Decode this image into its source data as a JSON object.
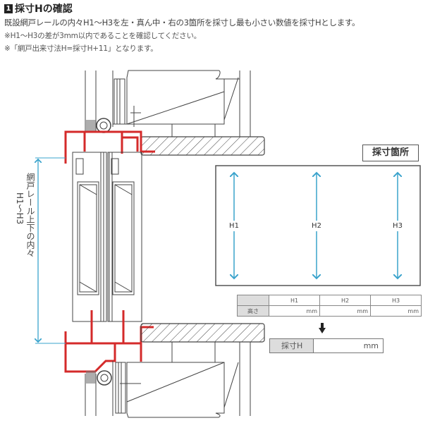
{
  "header": {
    "badge": "1",
    "title": "採寸Hの確認",
    "description": "既設網戸レールの内々H1～H3を左・真ん中・右の3箇所を採寸し最も小さい数値を採寸Hとします。",
    "notes": [
      "※H1～H3の差が3mm以内であることを確認してください。",
      "※「網戸出来寸法H=採寸H+11」となります。"
    ]
  },
  "diagram": {
    "vertical_label_line1": "網戸レール上下の内々",
    "vertical_label_line2": "H1～H3",
    "location_box_label": "採寸箇所",
    "measure_points": [
      "H1",
      "H2",
      "H3"
    ],
    "colors": {
      "frame_red": "#d42a2a",
      "dimension_blue": "#3aa3cc",
      "line_gray": "#444444"
    }
  },
  "measurement_table": {
    "headers": [
      "",
      "H1",
      "H2",
      "H3"
    ],
    "row_label": "高さ",
    "values": [
      "mm",
      "mm",
      "mm"
    ]
  },
  "result": {
    "label": "採寸H",
    "unit": "mm"
  }
}
